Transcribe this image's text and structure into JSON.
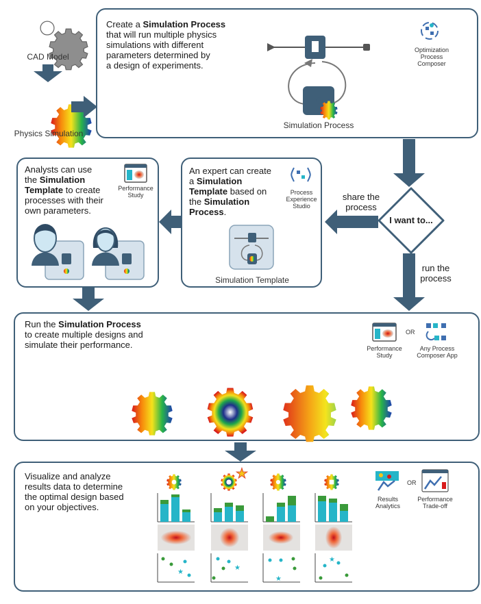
{
  "colors": {
    "accent": "#3f5f78",
    "dark": "#34495e",
    "green": "#3a9a3a",
    "teal": "#26b5c8",
    "star": "#f5c518"
  },
  "top_left": {
    "cad_label": "CAD Model",
    "physics_label": "Physics Simulation"
  },
  "box1": {
    "t1": "Create a ",
    "t1b": "Simulation Process",
    "t2": "that will run multiple physics",
    "t3": "simulations with different",
    "t4": "parameters determined by",
    "t5": "a design of experiments.",
    "process_label": "Simulation Process",
    "app_l1": "Optimization",
    "app_l2": "Process",
    "app_l3": "Composer"
  },
  "decision": {
    "label": "I want to...",
    "share1": "share the",
    "share2": "process",
    "run1": "run the",
    "run2": "process"
  },
  "expert": {
    "l1": "An expert can create",
    "l2a": "a ",
    "l2b": "Simulation",
    "l3a": "Template",
    "l3b": " based on",
    "l4": "the ",
    "l4b": "Simulation",
    "l5": "Process",
    ".": ".",
    "template_label": "Simulation Template",
    "app_l1": "Process",
    "app_l2": "Experience",
    "app_l3": "Studio"
  },
  "analysts": {
    "l1": "Analysts can use",
    "l2a": "the ",
    "l2b": "Simulation",
    "l3a": "Template",
    "l3b": " to create",
    "l4": "processes with their",
    "l5": "own parameters.",
    "app_l1": "Performance",
    "app_l2": "Study"
  },
  "run": {
    "l1a": "Run the ",
    "l1b": "Simulation Process",
    "l2": "to create multiple designs and",
    "l3": "simulate their performance.",
    "app1_l1": "Performance",
    "app1_l2": "Study",
    "or": "OR",
    "app2_l1": "Any Process",
    "app2_l2": "Composer App"
  },
  "visualize": {
    "l1": "Visualize and analyze",
    "l2": "results data to determine",
    "l3": "the optimal design based",
    "l4": "on your objectives.",
    "app1_l1": "Results",
    "app1_l2": "Analytics",
    "or": "OR",
    "app2_l1": "Performance",
    "app2_l2": "Trade-off"
  }
}
